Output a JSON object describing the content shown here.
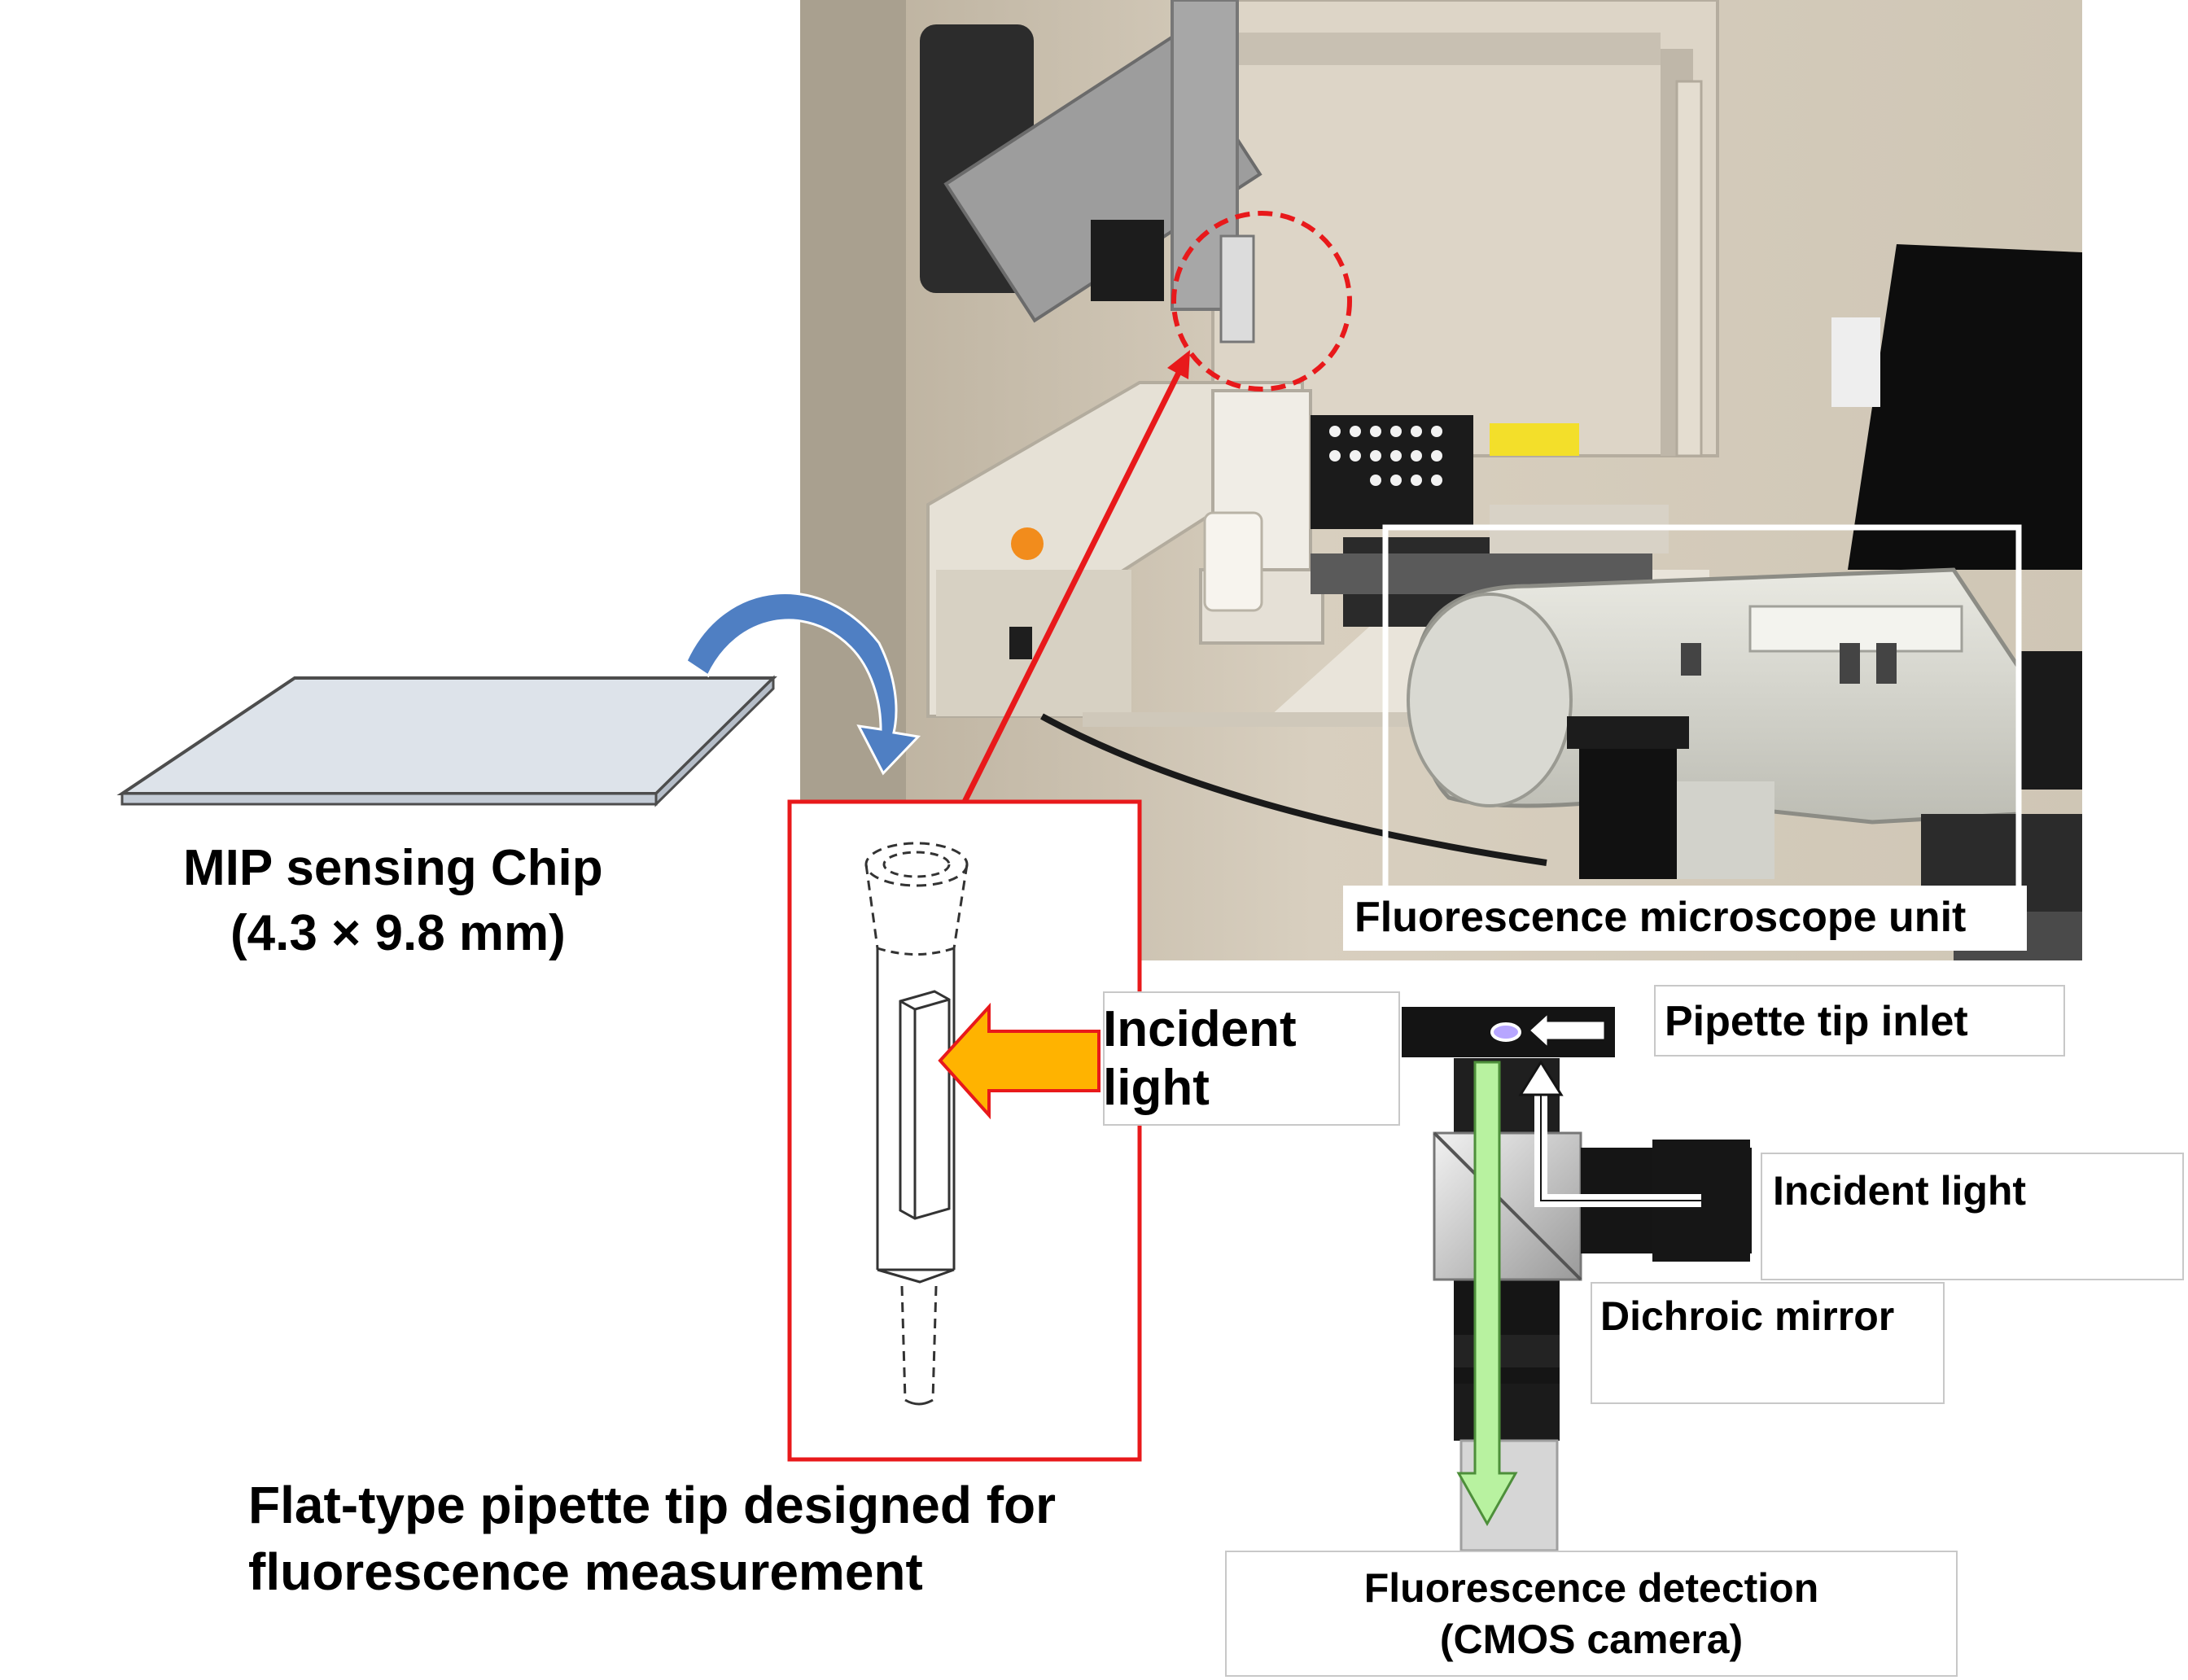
{
  "labels": {
    "chip_name": "MIP sensing Chip",
    "chip_size": "(4.3 × 9.8 mm)",
    "microscope_unit": "Fluorescence microscope unit",
    "incident_light_tip_1": "Incident",
    "incident_light_tip_2": "light",
    "pipette_tip_inlet": "Pipette tip inlet",
    "incident_light": "Incident light",
    "dichroic_mirror": "Dichroic mirror",
    "detection_1": "Fluorescence detection",
    "detection_2": "(CMOS camera)",
    "caption_1": "Flat-type pipette tip designed for",
    "caption_2": "fluorescence measurement"
  },
  "colors": {
    "highlight_red": "#e8191b",
    "chip_fill": "#dde3ea",
    "curved_arrow_blue": "#4f7fc3",
    "incident_arrow_orange": "#ffb300",
    "fluorescence_green": "#b8f2a0",
    "microscope_body": "#141414"
  },
  "icons": {
    "photo": "instrument-photo",
    "chip": "sensing-chip-icon",
    "curved_arrow": "curved-arrow-icon",
    "pipette": "pipette-tip-icon"
  }
}
